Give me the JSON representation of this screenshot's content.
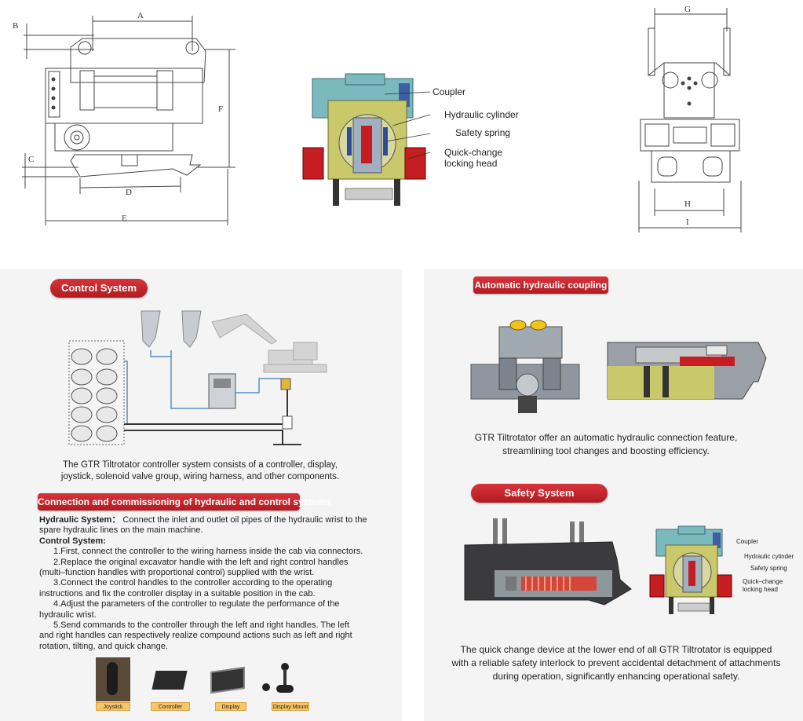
{
  "top_left_drawing": {
    "dim_labels": [
      "A",
      "B",
      "C",
      "D",
      "E",
      "F"
    ]
  },
  "top_center": {
    "callouts": [
      "Coupler",
      "Hydraulic cylinder",
      "Safety spring",
      "Quick-change",
      "locking head"
    ]
  },
  "top_right_drawing": {
    "dim_labels": [
      "G",
      "H",
      "I"
    ]
  },
  "control_system": {
    "title": "Control System",
    "description_lines": [
      "The GTR Tiltrotator controller system consists of a controller, display,",
      "joystick, solenoid valve group, wiring harness, and other components."
    ]
  },
  "connection": {
    "title": "Connection and commissioning of hydraulic and control systems",
    "hydraulic_label": "Hydraulic System：",
    "hydraulic_line1": "Connect the inlet and outlet oil pipes of the hydraulic wrist to the",
    "hydraulic_line2": "spare hydraulic lines on the main machine.",
    "control_label": "Control System:",
    "steps": [
      "1.First, connect the controller to the wiring harness inside the cab via connectors.",
      "2.Replace the original excavator handle with the left and right control handles",
      "(multi–function handles with proportional control) supplied with the wrist.",
      "3.Connect the control handles to the controller according to the operating",
      "instructions and fix the controller display in a suitable position in the cab.",
      "4.Adjust the parameters of the controller to regulate the performance of the",
      "hydraulic wrist.",
      "5.Send commands to the controller through the left and right handles. The left",
      "and right handles can respectively realize compound actions such as left and right",
      "rotation, tilting, and quick change."
    ],
    "products": [
      "Joystick",
      "Controller",
      "Display",
      "Display Mount"
    ]
  },
  "auto_coupling": {
    "title": "Automatic hydraulic coupling",
    "description_lines": [
      "GTR Tiltrotator offer an automatic hydraulic connection feature,",
      "streamlining tool changes and boosting efficiency."
    ]
  },
  "safety": {
    "title": "Safety System",
    "callouts": [
      "Coupler",
      "Hydraulic cylinder",
      "Safety spring",
      "Quick–change",
      "locking head"
    ],
    "description_lines": [
      "The quick change device at the lower end of all GTR Tiltrotator is equipped",
      "with a reliable safety interlock to prevent accidental detachment of attachments",
      "during operation, significantly enhancing operational safety."
    ]
  },
  "colors": {
    "accent_red": "#c4262d",
    "teal_housing": "#7ab9bd",
    "olive_frame": "#c9c86a",
    "hydraulic_red": "#c51d22"
  }
}
